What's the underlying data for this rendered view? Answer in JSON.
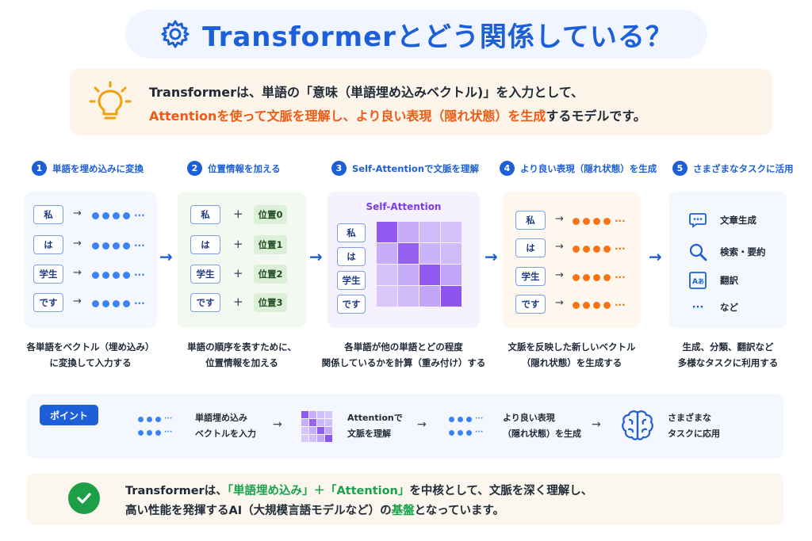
{
  "title": "Transformerとどう関係している？",
  "intro": {
    "line1": "Transformerは、単語の「意味（単語埋め込みベクトル)」を入力として、",
    "line2_highlight": "Attentionを使って文脈を理解し、より良い表現（隠れ状態）を生成",
    "line2_rest": "するモデルです。"
  },
  "steps": [
    {
      "num": "1",
      "title": "単語を埋め込みに変換",
      "caption1": "各単語をベクトル（埋め込み）",
      "caption2": "に変換して入力する"
    },
    {
      "num": "2",
      "title": "位置情報を加える",
      "caption1": "単語の順序を表すために、",
      "caption2": "位置情報を加える"
    },
    {
      "num": "3",
      "title": "Self-Attentionで文脈を理解",
      "caption1": "各単語が他の単語とどの程度",
      "caption2": "関係しているかを計算（重み付け）する"
    },
    {
      "num": "4",
      "title": "より良い表現（隠れ状態）を生成",
      "caption1": "文脈を反映した新しいベクトル",
      "caption2": "（隠れ状態）を生成する"
    },
    {
      "num": "5",
      "title": "さまざまなタスクに活用",
      "caption1": "生成、分類、翻訳など",
      "caption2": "多様なタスクに利用する"
    }
  ],
  "tokens": [
    "私",
    "は",
    "学生",
    "です"
  ],
  "positions": [
    "位置0",
    "位置1",
    "位置2",
    "位置3"
  ],
  "arrow_glyph": "→",
  "plus_glyph": "+",
  "ellipsis": "···",
  "self_attention_label": "Self-Attention",
  "attention_weights": [
    [
      0.9,
      0.3,
      0.2,
      0.15
    ],
    [
      0.3,
      0.85,
      0.25,
      0.2
    ],
    [
      0.15,
      0.3,
      0.9,
      0.35
    ],
    [
      0.1,
      0.2,
      0.35,
      0.95
    ]
  ],
  "tasks": [
    {
      "icon": "chat-bubble-icon",
      "label": "文章生成"
    },
    {
      "icon": "magnifier-icon",
      "label": "検索・要約"
    },
    {
      "icon": "translate-icon",
      "label": "翻訳"
    },
    {
      "icon": "ellipsis-icon",
      "label": "など"
    }
  ],
  "point": {
    "badge": "ポイント",
    "item1_line1": "単語埋め込み",
    "item1_line2": "ベクトルを入力",
    "item2_line1": "Attentionで",
    "item2_line2": "文脈を理解",
    "item3_line1": "より良い表現",
    "item3_line2": "（隠れ状態）を生成",
    "item4_line1": "さまざまな",
    "item4_line2": "タスクに応用"
  },
  "conclusion": {
    "part1": "Transformerは、",
    "part2_green": "「単語埋め込み」＋「Attention」",
    "part3": "を中核として、文脈を深く理解し、",
    "line2_part1": "高い性能を発揮するAI（大規模言語モデルなど）の",
    "line2_green": "基盤",
    "line2_part2": "となっています。"
  },
  "colors": {
    "primary_blue": "#1d5fd6",
    "accent_orange": "#f05a14",
    "accent_green": "#16a34a",
    "attention_purple": "#7c3aed"
  }
}
